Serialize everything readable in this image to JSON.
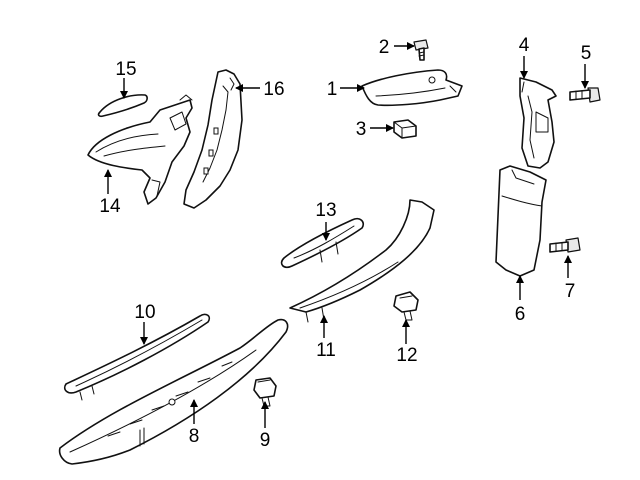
{
  "diagram": {
    "callouts": [
      "1",
      "2",
      "3",
      "4",
      "5",
      "6",
      "7",
      "8",
      "9",
      "10",
      "11",
      "12",
      "13",
      "14",
      "15",
      "16"
    ]
  },
  "colors": {
    "line": "#111111",
    "background": "#ffffff",
    "shade": "#e9e9e9"
  }
}
